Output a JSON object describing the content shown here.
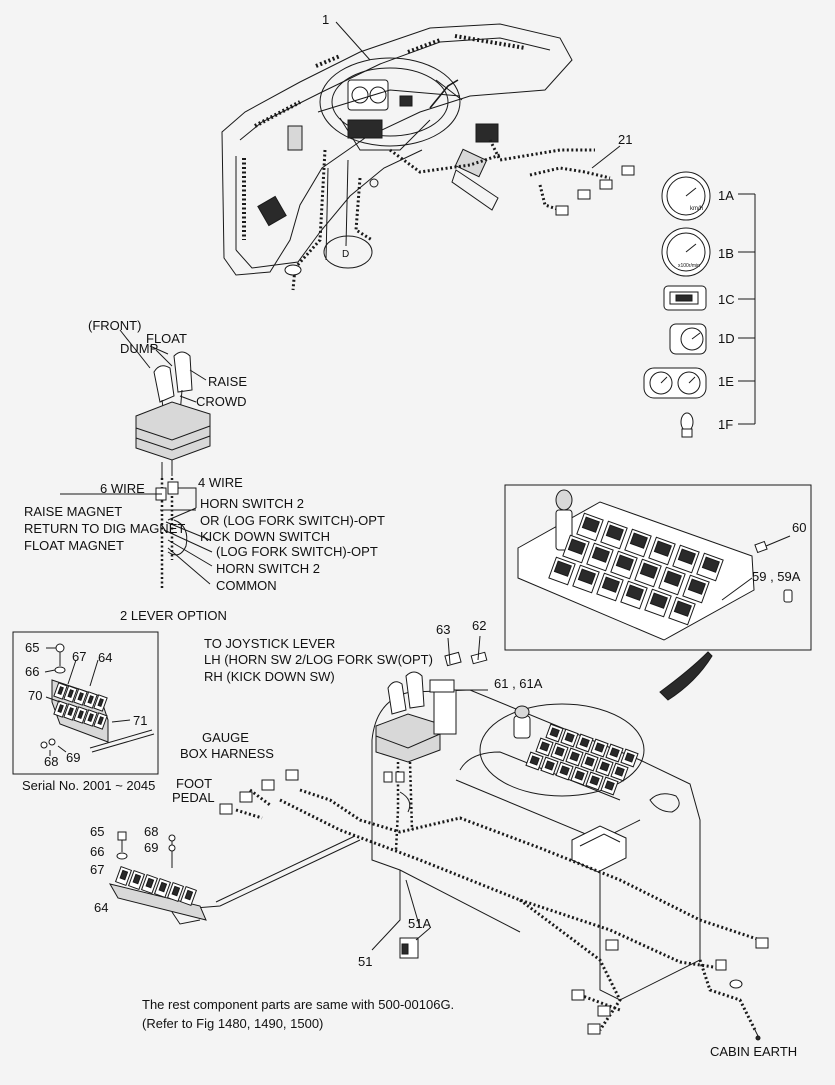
{
  "labels": {
    "l1": "1",
    "l21": "21",
    "l1a": "1A",
    "l1b": "1B",
    "l1c": "1C",
    "l1d": "1D",
    "l1e": "1E",
    "l1f": "1F",
    "front": "(FRONT)",
    "float": "FLOAT",
    "dump": "DUMP",
    "raise": "RAISE",
    "crowd": "CROWD",
    "wire6": "6 WIRE",
    "wire4": "4 WIRE",
    "raise_magnet": "RAISE MAGNET",
    "return_dig": "RETURN TO DIG MAGNET",
    "float_magnet": "FLOAT MAGNET",
    "horn2": "HORN SWITCH 2",
    "or_log_fork": "OR (LOG FORK SWITCH)-OPT",
    "kick_down": "KICK DOWN SWITCH",
    "log_fork_opt": "(LOG FORK SWITCH)-OPT",
    "horn2b": "HORN SWITCH 2",
    "common": "COMMON",
    "two_lever": "2 LEVER OPTION",
    "l60": "60",
    "l59": "59 , 59A",
    "l63": "63",
    "l62": "62",
    "l61": "61 , 61A",
    "to_joystick": "TO JOYSTICK LEVER",
    "lh": "LH (HORN SW 2/LOG FORK SW(OPT)",
    "rh": "RH (KICK DOWN SW)",
    "gauge": "GAUGE",
    "box_harness": "BOX HARNESS",
    "foot": "FOOT",
    "pedal": "PEDAL",
    "i65": "65",
    "i66": "66",
    "i67": "67",
    "i64": "64",
    "i70": "70",
    "i71": "71",
    "i68": "68",
    "i69": "69",
    "serial": "Serial No. 2001 ~ 2045",
    "b65": "65",
    "b68": "68",
    "b69": "69",
    "b66": "66",
    "b67": "67",
    "b64": "64",
    "l51a": "51A",
    "l51": "51",
    "note1": "The rest component parts are same with 500-00106G.",
    "note2": "(Refer to Fig 1480, 1490, 1500)",
    "cabin_earth": "CABIN EARTH",
    "gauge_d": "D",
    "kmh": "km/h",
    "rpm": "x100r/min"
  }
}
